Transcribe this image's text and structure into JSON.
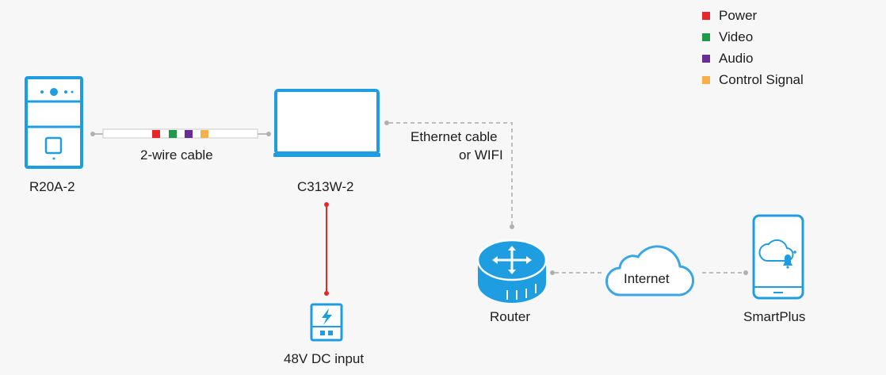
{
  "legend": [
    {
      "label": "Power",
      "color": "#e8262a"
    },
    {
      "label": "Video",
      "color": "#1f9a46"
    },
    {
      "label": "Audio",
      "color": "#6a2d96"
    },
    {
      "label": "Control Signal",
      "color": "#f6b04a"
    }
  ],
  "devices": {
    "door_station": "R20A-2",
    "monitor": "C313W-2",
    "power_supply": "48V DC input",
    "router": "Router",
    "phone": "SmartPlus"
  },
  "cloud": {
    "label": "Internet"
  },
  "connections": {
    "two_wire": "2-wire cable",
    "ethernet_line1": "Ethernet cable",
    "ethernet_line2": "or WIFI"
  },
  "colors": {
    "device_blue": "#1e9ee0",
    "cloud_blue": "#3aa7e4",
    "dashed_gray": "#bdbdbd",
    "power_red": "#e8262a"
  }
}
